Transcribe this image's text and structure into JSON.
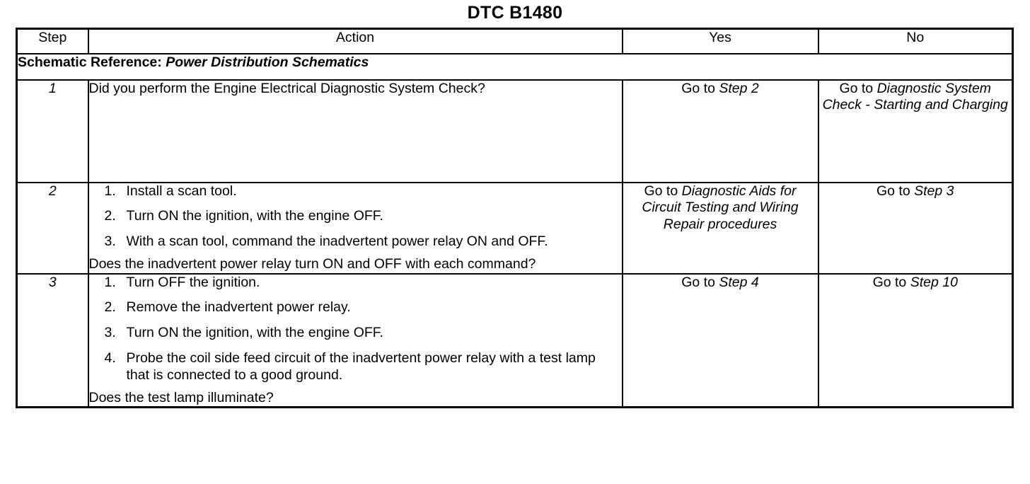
{
  "document": {
    "title": "DTC B1480"
  },
  "table": {
    "headers": {
      "step": "Step",
      "action": "Action",
      "yes": "Yes",
      "no": "No"
    },
    "schematic_reference": {
      "label": "Schematic Reference:",
      "value": "Power Distribution Schematics"
    },
    "rows": [
      {
        "step": "1",
        "question": "Did you perform the Engine Electrical Diagnostic System Check?",
        "items": [],
        "yes": {
          "prefix": "Go to ",
          "ref": "Step 2"
        },
        "no": {
          "prefix": "Go to ",
          "ref": "Diagnostic System Check - Starting and Charging"
        }
      },
      {
        "step": "2",
        "items": [
          {
            "num": "1.",
            "text": "Install a scan tool."
          },
          {
            "num": "2.",
            "text": "Turn ON the ignition, with the engine OFF."
          },
          {
            "num": "3.",
            "text": "With a scan tool, command the inadvertent power relay ON and OFF."
          }
        ],
        "question": "Does the inadvertent power relay turn ON and OFF with each command?",
        "yes": {
          "prefix": "Go to ",
          "ref": "Diagnostic Aids for Circuit Testing and Wiring Repair procedures"
        },
        "no": {
          "prefix": "Go to ",
          "ref": "Step 3"
        }
      },
      {
        "step": "3",
        "items": [
          {
            "num": "1.",
            "text": "Turn OFF the ignition."
          },
          {
            "num": "2.",
            "text": "Remove the inadvertent power relay."
          },
          {
            "num": "3.",
            "text": "Turn ON the ignition, with the engine OFF."
          },
          {
            "num": "4.",
            "text": "Probe the coil side feed circuit of the inadvertent power relay with a test lamp that is connected to a good ground."
          }
        ],
        "question": "Does the test lamp illuminate?",
        "yes": {
          "prefix": "Go to ",
          "ref": "Step 4"
        },
        "no": {
          "prefix": "Go to ",
          "ref": "Step 10"
        }
      }
    ]
  }
}
